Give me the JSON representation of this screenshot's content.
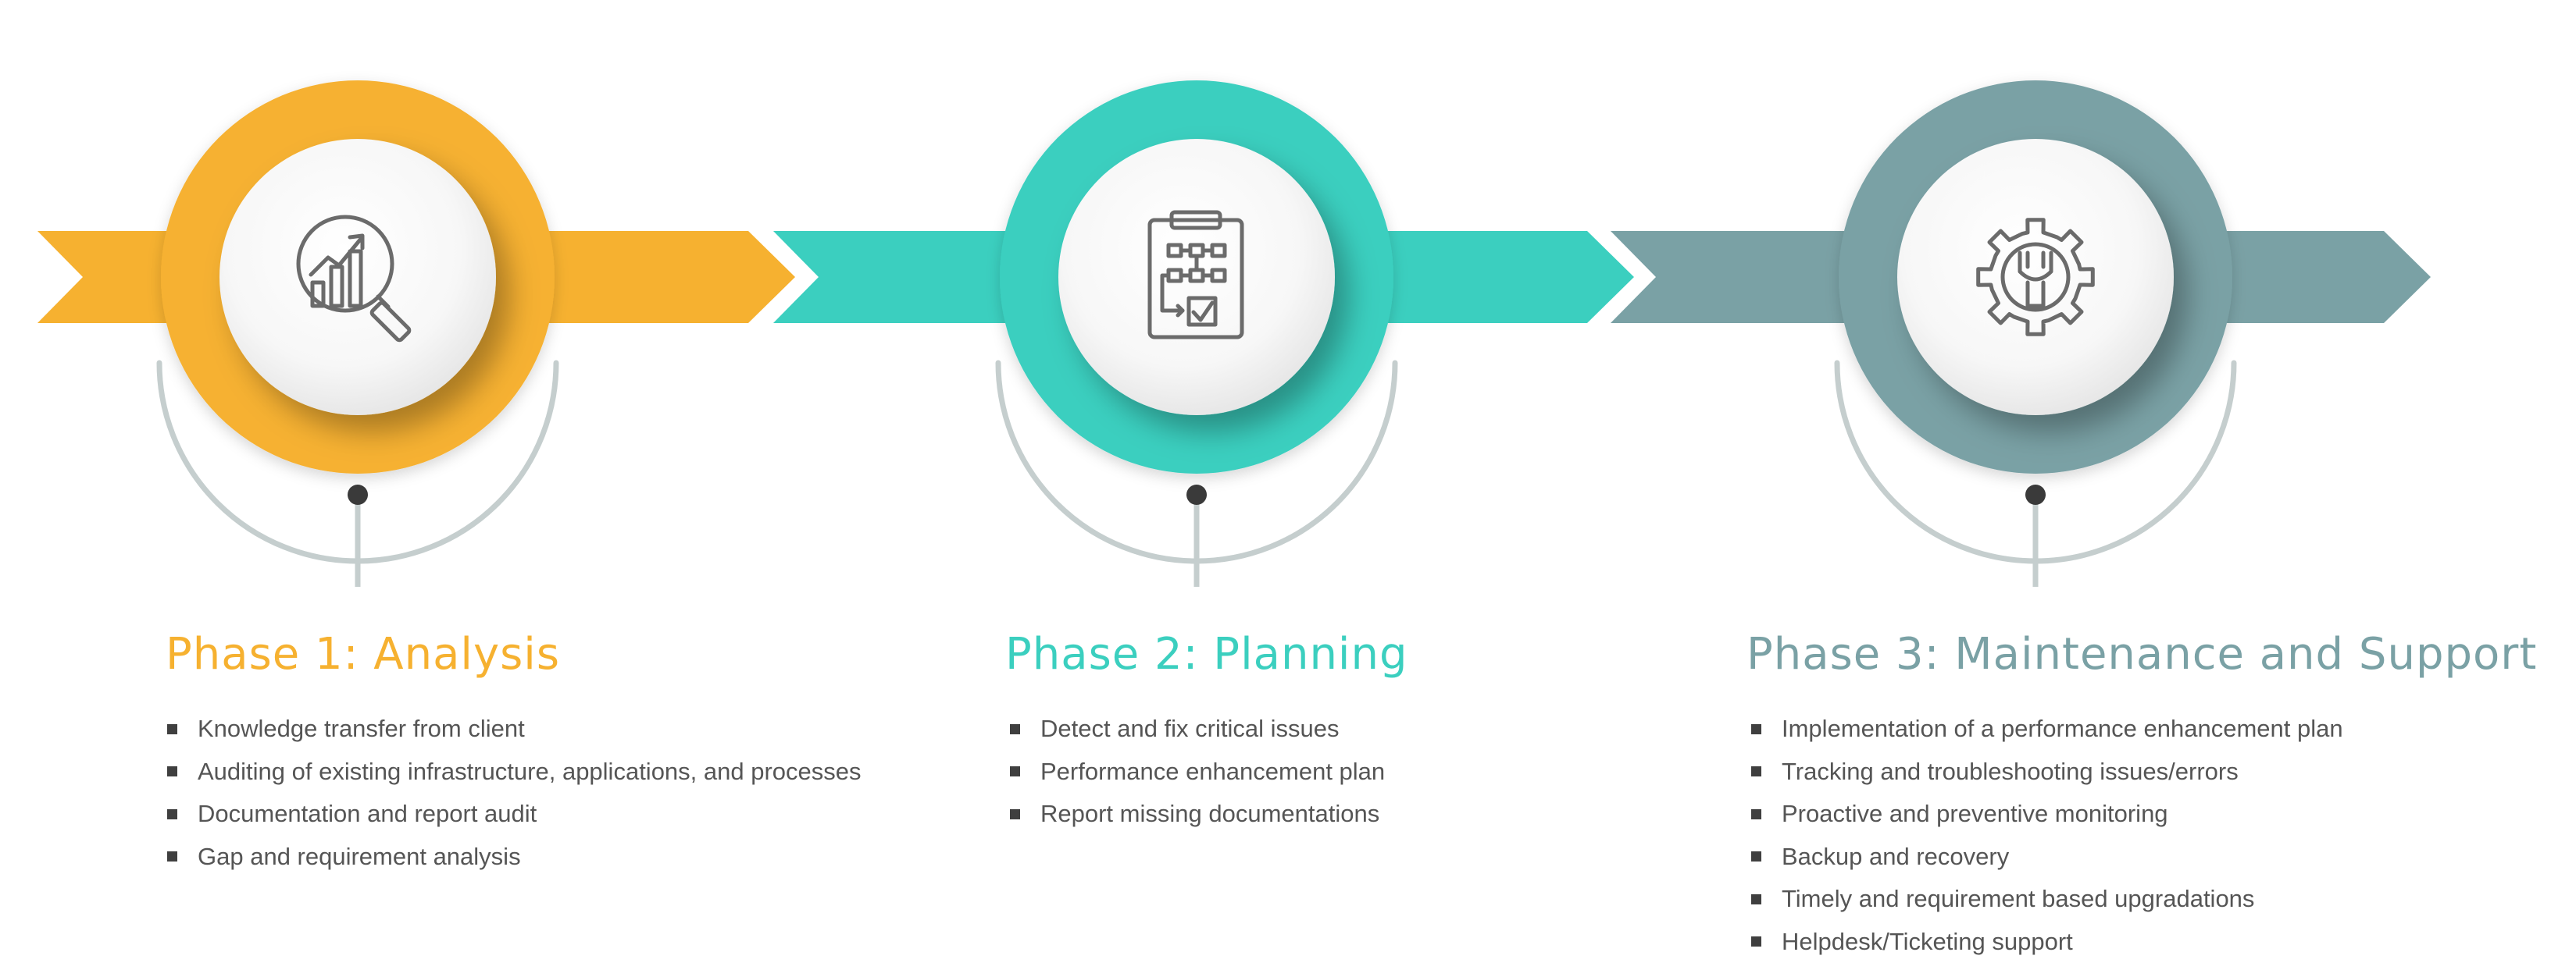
{
  "colors": {
    "phase1": "#F6B130",
    "phase2": "#3BCFBF",
    "phase3": "#7AA1A5",
    "connector_line": "#C5CECE",
    "connector_dot": "#3A3A3A",
    "icon_stroke": "#6B6B6B",
    "bullet_text": "#555555"
  },
  "phases": [
    {
      "title": "Phase 1: Analysis",
      "icon": "magnifier-chart-icon",
      "items": [
        "Knowledge transfer from client",
        "Auditing of existing infrastructure, applications, and processes",
        "Documentation and report audit",
        "Gap and requirement analysis"
      ]
    },
    {
      "title": "Phase 2: Planning",
      "icon": "clipboard-flowchart-icon",
      "items": [
        "Detect and fix critical issues",
        "Performance enhancement plan",
        "Report missing documentations"
      ]
    },
    {
      "title": "Phase 3: Maintenance and Support",
      "icon": "gear-wrench-icon",
      "items": [
        "Implementation of a performance enhancement plan",
        "Tracking and troubleshooting issues/errors",
        "Proactive and preventive monitoring",
        "Backup and recovery",
        "Timely and requirement based upgradations",
        "Helpdesk/Ticketing support"
      ]
    }
  ]
}
